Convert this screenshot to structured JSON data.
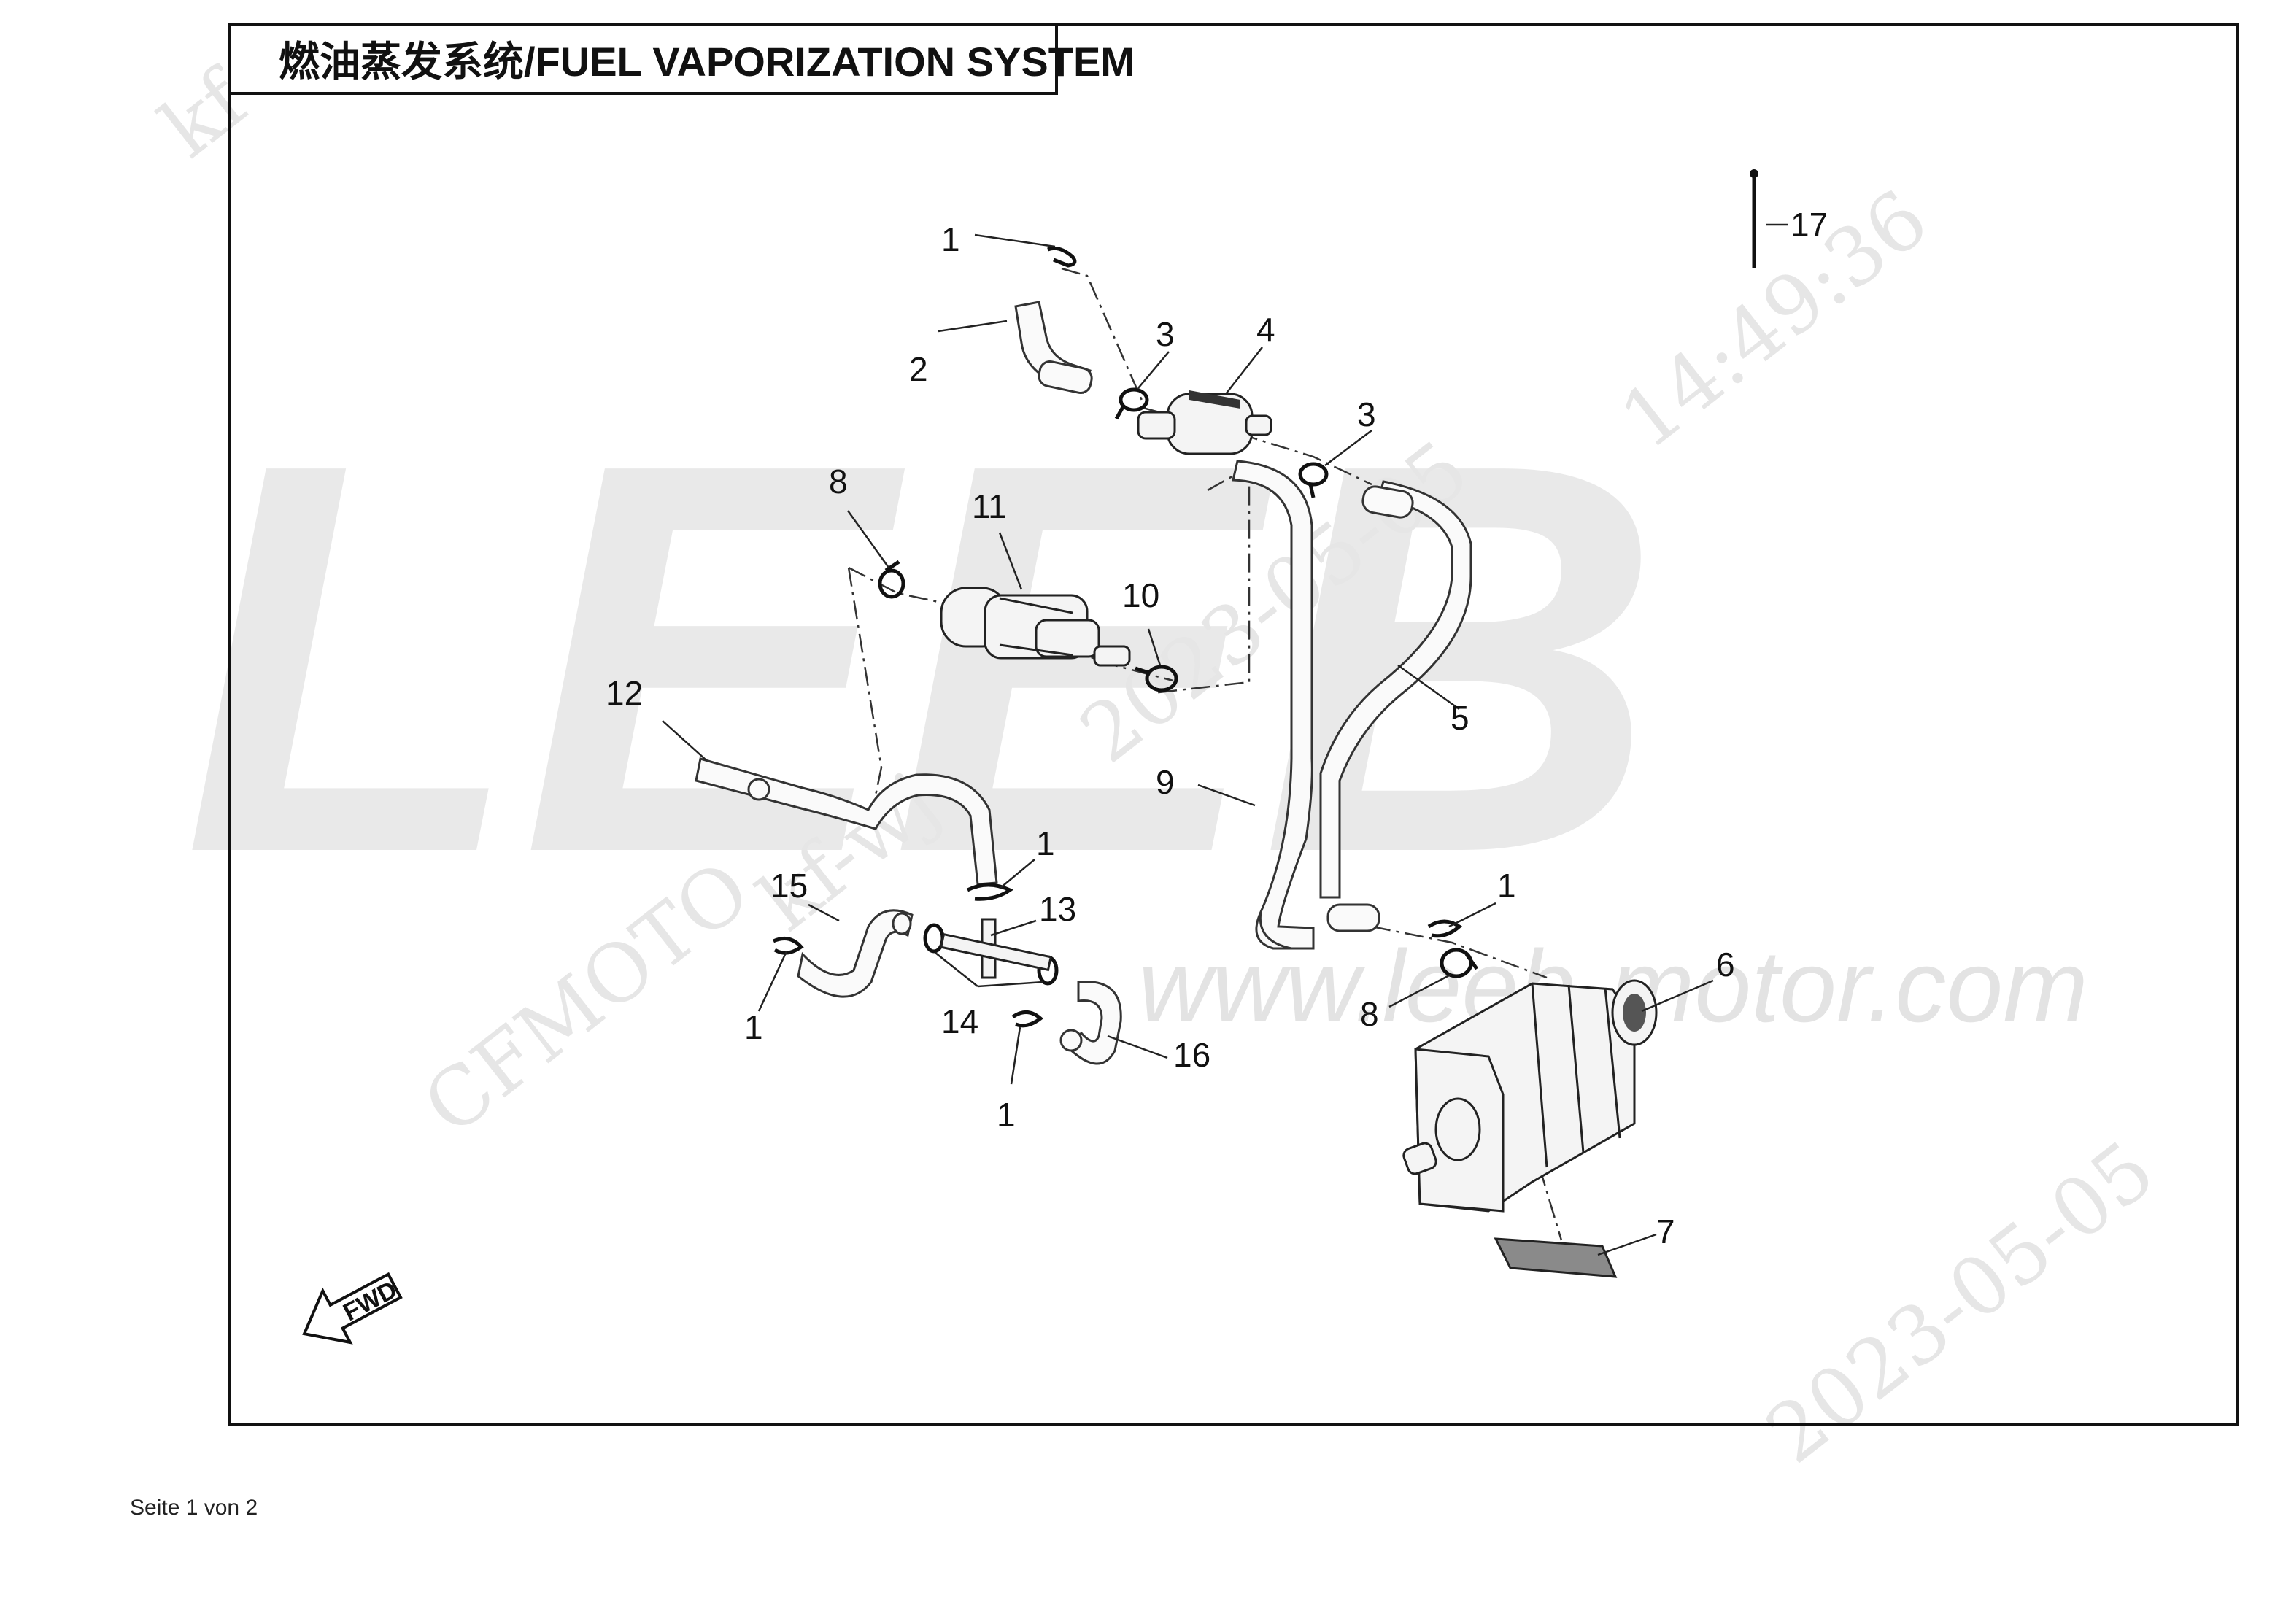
{
  "title": "燃油蒸发系统/FUEL VAPORIZATION SYSTEM",
  "watermarks": {
    "brand": "LEEB",
    "url": "www.leeb-motor.com",
    "date": "2023-05-05",
    "time": "14:49:36",
    "maker": "CFMOTO",
    "user": "kf-wj",
    "user_corner": "kf"
  },
  "direction_label": "FWD",
  "callouts": [
    {
      "id": "c1a",
      "text": "1"
    },
    {
      "id": "c2",
      "text": "2"
    },
    {
      "id": "c3a",
      "text": "3"
    },
    {
      "id": "c4",
      "text": "4"
    },
    {
      "id": "c3b",
      "text": "3"
    },
    {
      "id": "c8a",
      "text": "8"
    },
    {
      "id": "c11",
      "text": "11"
    },
    {
      "id": "c10",
      "text": "10"
    },
    {
      "id": "c5",
      "text": "5"
    },
    {
      "id": "c17",
      "text": "17"
    },
    {
      "id": "c12",
      "text": "12"
    },
    {
      "id": "c9",
      "text": "9"
    },
    {
      "id": "c1b",
      "text": "1"
    },
    {
      "id": "c15",
      "text": "15"
    },
    {
      "id": "c13",
      "text": "13"
    },
    {
      "id": "c1c",
      "text": "1"
    },
    {
      "id": "c6",
      "text": "6"
    },
    {
      "id": "c8b",
      "text": "8"
    },
    {
      "id": "c1d",
      "text": "1"
    },
    {
      "id": "c14",
      "text": "14"
    },
    {
      "id": "c16",
      "text": "16"
    },
    {
      "id": "c1e",
      "text": "1"
    },
    {
      "id": "c7",
      "text": "7"
    }
  ],
  "footer": "Seite 1 von 2"
}
